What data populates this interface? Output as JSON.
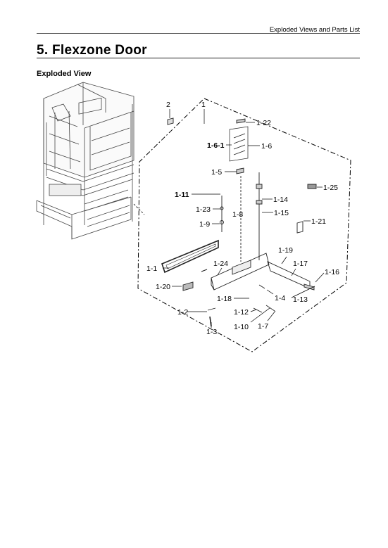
{
  "header": {
    "running_title": "Exploded Views and Parts List"
  },
  "section": {
    "title": "5.  Flexzone Door",
    "subtitle": "Exploded View"
  },
  "diagram": {
    "labels": {
      "p2": "2",
      "p1": "1",
      "p1_22": "1-22",
      "p1_6_1": "1-6-1",
      "p1_6": "1-6",
      "p1_5": "1-5",
      "p1_25": "1-25",
      "p1_11": "1-11",
      "p1_14": "1-14",
      "p1_23": "1-23",
      "p1_8": "1-8",
      "p1_15": "1-15",
      "p1_9": "1-9",
      "p1_21": "1-21",
      "p1_19": "1-19",
      "p1_1": "1-1",
      "p1_24": "1-24",
      "p1_17": "1-17",
      "p1_16": "1-16",
      "p1_20": "1-20",
      "p1_18": "1-18",
      "p1_4": "1-4",
      "p1_13": "1-13",
      "p1_2": "1-2",
      "p1_12": "1-12",
      "p1_10": "1-10",
      "p1_7": "1-7",
      "p1_3": "1-3"
    }
  }
}
